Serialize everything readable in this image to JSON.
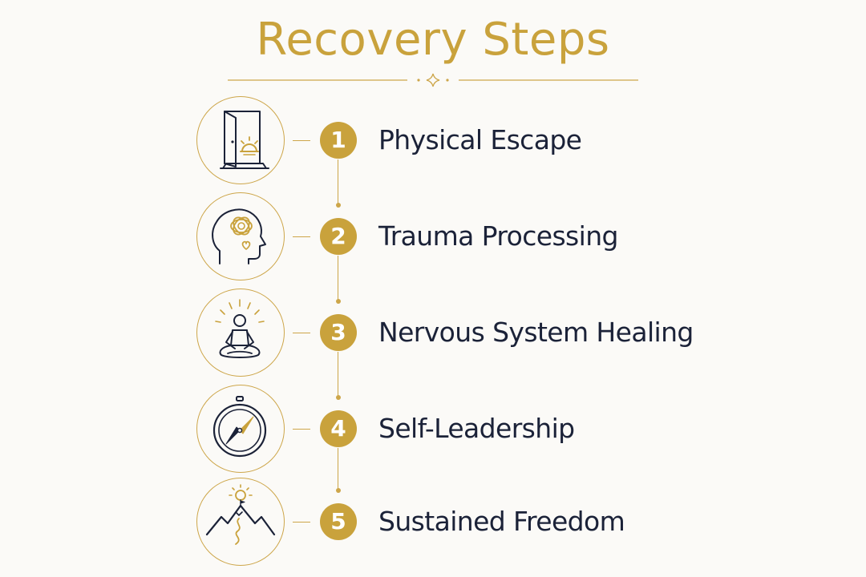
{
  "title": "Recovery Steps",
  "colors": {
    "accent": "#c9a23c",
    "text": "#1b2238",
    "background": "#fbfaf7"
  },
  "steps": [
    {
      "number": "1",
      "label": "Physical Escape",
      "icon": "open-door-sunrise-icon"
    },
    {
      "number": "2",
      "label": "Trauma Processing",
      "icon": "head-with-tangled-thoughts-heart-icon"
    },
    {
      "number": "3",
      "label": "Nervous System Healing",
      "icon": "meditating-person-icon"
    },
    {
      "number": "4",
      "label": "Self-Leadership",
      "icon": "compass-icon"
    },
    {
      "number": "5",
      "label": "Sustained Freedom",
      "icon": "mountains-sun-path-icon"
    }
  ]
}
